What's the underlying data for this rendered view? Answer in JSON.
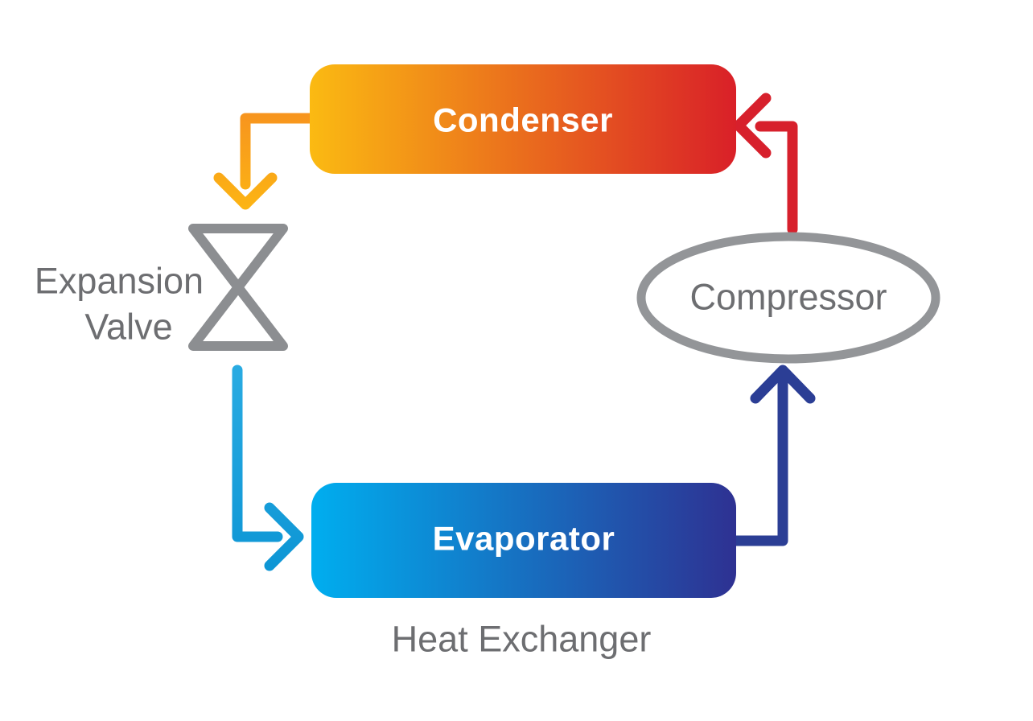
{
  "diagram": {
    "type": "refrigeration-cycle",
    "background": "#FFFFFF",
    "nodes": {
      "condenser": {
        "label": "Condenser",
        "shape": "rounded-rect",
        "gradient": [
          "#FBBA12",
          "#D92028"
        ],
        "text_color": "#FFFFFF"
      },
      "evaporator": {
        "label": "Evaporator",
        "shape": "rounded-rect",
        "gradient": [
          "#00AEEF",
          "#2E3192"
        ],
        "text_color": "#FFFFFF"
      },
      "compressor": {
        "label": "Compressor",
        "shape": "ellipse"
      },
      "expansion_valve": {
        "label_line1": "Expansion",
        "label_line2": "Valve",
        "shape": "hourglass-valve"
      }
    },
    "caption": {
      "text": "Heat Exchanger"
    },
    "edges": [
      {
        "from": "Condenser",
        "to": "Expansion Valve",
        "color": "orange",
        "path": "left then down"
      },
      {
        "from": "Expansion Valve",
        "to": "Evaporator",
        "color": "light-blue",
        "path": "down then right"
      },
      {
        "from": "Evaporator",
        "to": "Compressor",
        "color": "dark-blue",
        "path": "right then up"
      },
      {
        "from": "Compressor",
        "to": "Condenser",
        "color": "red",
        "path": "up then left"
      }
    ],
    "colors": {
      "condenser_left": "#FBBA12",
      "condenser_right": "#D92028",
      "evaporator_left": "#00AEEF",
      "evaporator_right": "#2E3192",
      "arrow_orange_start": "#F7941E",
      "arrow_orange_end": "#FCB414",
      "arrow_lightblue_start": "#29ABE2",
      "arrow_lightblue_end": "#0E96D5",
      "arrow_darkblue": "#2B3E95",
      "arrow_red": "#D7202C",
      "valve_gray": "#8C8E91",
      "ellipse_gray": "#939598",
      "label_gray": "#6D6E71",
      "box_label_white": "#FFFFFF"
    }
  }
}
